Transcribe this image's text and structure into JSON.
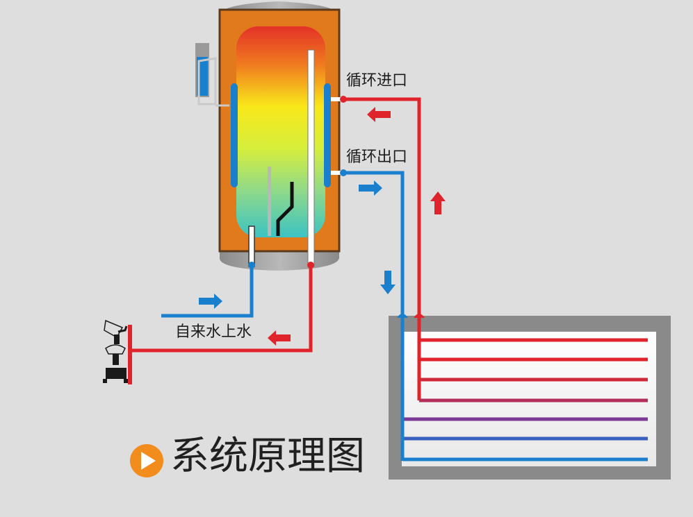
{
  "labels": {
    "inlet_circulation": "循环进口",
    "outlet_circulation": "循环出口",
    "tap_water": "自来水上水"
  },
  "title": "系统原理图",
  "colors": {
    "background": "#dedede",
    "tank_outer": "#e07a1c",
    "hot_pipe": "#e0242b",
    "cold_pipe": "#1a7fcc",
    "play_badge": "#f28c1c"
  }
}
